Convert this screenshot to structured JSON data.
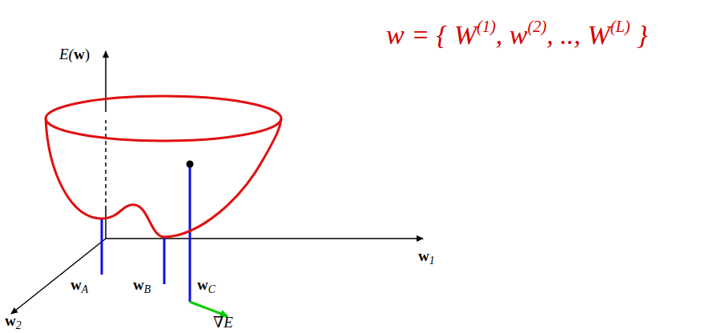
{
  "diagram": {
    "labels": [
      "E(w)",
      "w1",
      "w2",
      "wA",
      "wB",
      "wC",
      "∇E",
      "w = { W(1), w(2), .., W(L) }"
    ]
  }
}
